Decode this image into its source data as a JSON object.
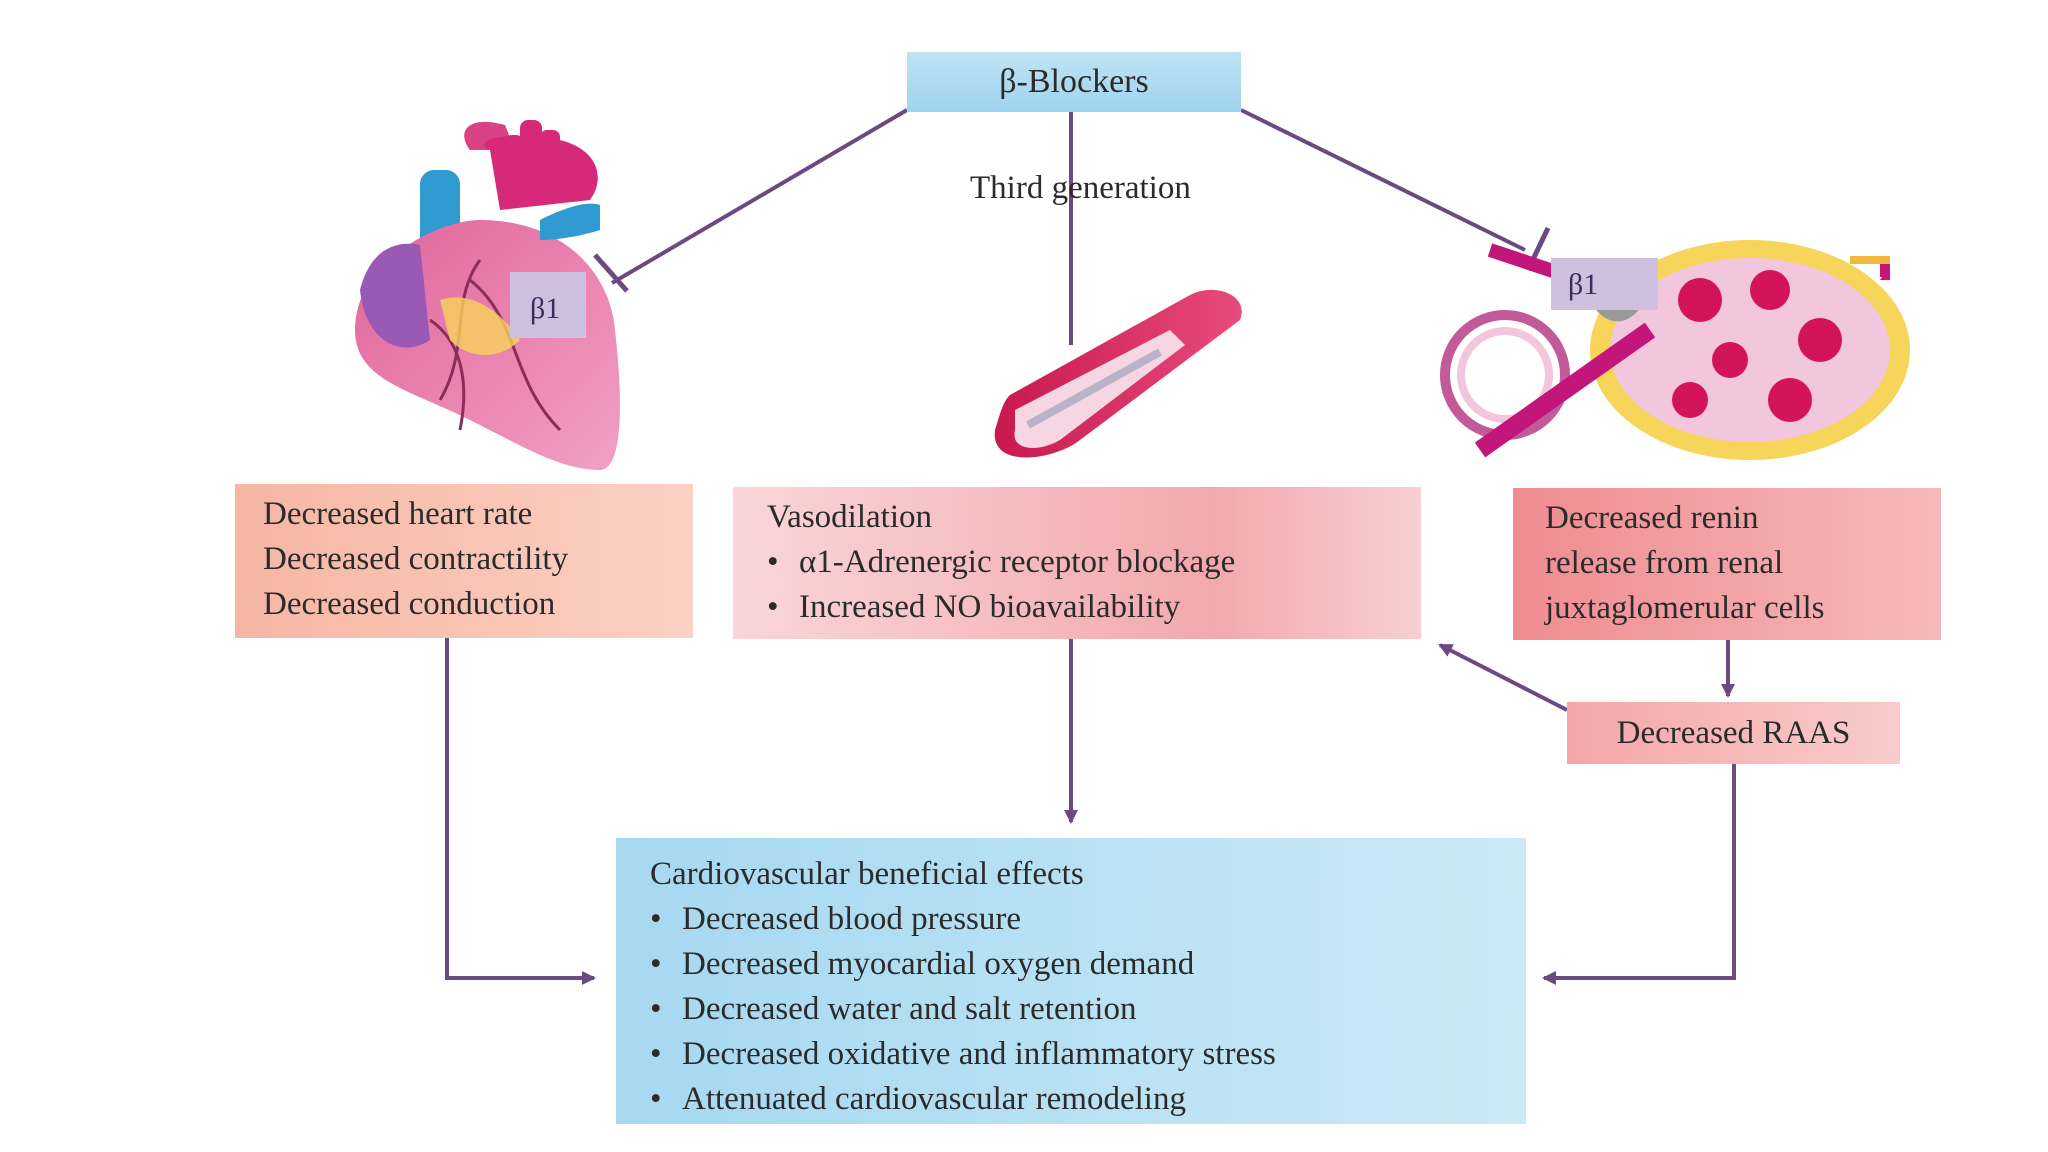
{
  "top": {
    "label": "β-Blockers",
    "branch_label": "Third generation"
  },
  "receptor_label": "β1",
  "heart_effects": {
    "lines": [
      "Decreased heart rate",
      "Decreased contractility",
      "Decreased conduction"
    ]
  },
  "vessel_effects": {
    "title": "Vasodilation",
    "bullets": [
      "α1-Adrenergic receptor blockage",
      "Increased NO bioavailability"
    ]
  },
  "kidney_effects": {
    "lines": [
      "Decreased renin",
      "release from renal",
      "juxtaglomerular cells"
    ]
  },
  "raas": {
    "label": "Decreased RAAS"
  },
  "cardio_effects": {
    "title": "Cardiovascular beneficial effects",
    "bullets": [
      "Decreased blood pressure",
      "Decreased myocardial oxygen demand",
      "Decreased water and salt retention",
      "Decreased oxidative and inflammatory stress",
      "Attenuated cardiovascular remodeling"
    ]
  },
  "colors": {
    "arrow": "#6b4a82",
    "top_box": "#a8d7ef",
    "heart_box": "#f8c1b1",
    "vaso_box": "#f4b4b8",
    "renin_box": "#f19b9e",
    "effects_box": "#b3ddf2"
  }
}
